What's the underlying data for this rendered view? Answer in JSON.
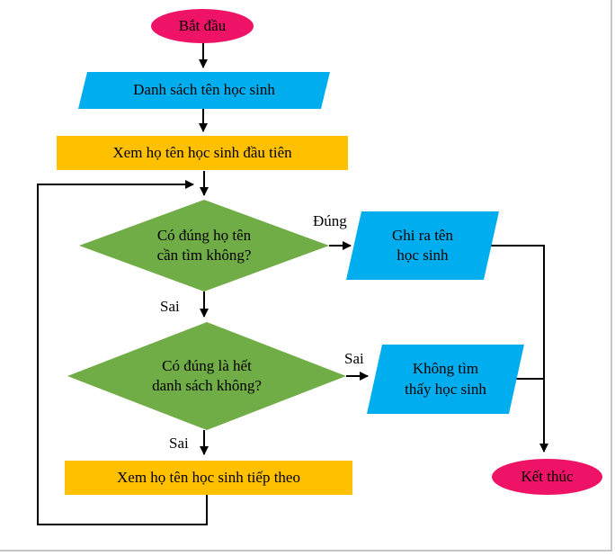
{
  "colors": {
    "terminal": "#EE1366",
    "io": "#00AEEF",
    "process": "#FFC000",
    "decision": "#70AD47",
    "line": "#000000",
    "text": "#000000",
    "page-edge": "#c6c6c6"
  },
  "flowchart": {
    "start": "Bắt đầu",
    "io_list": "Danh sách tên học sinh",
    "process_first": "Xem họ tên học sinh đầu tiên",
    "decision_match": "Có đúng họ tên\ncần tìm không?",
    "label_dung": "Đúng",
    "io_output": "Ghi ra tên\nhọc sinh",
    "label_sai_after_match": "Sai",
    "decision_end_list": "Có đúng là hết\ndanh sách không?",
    "label_sai_end_list": "Sai",
    "io_not_found": "Không tìm\nthấy học sinh",
    "label_sai_continue": "Sai",
    "process_next": "Xem họ tên học sinh tiếp theo",
    "end": "Kết thúc"
  }
}
